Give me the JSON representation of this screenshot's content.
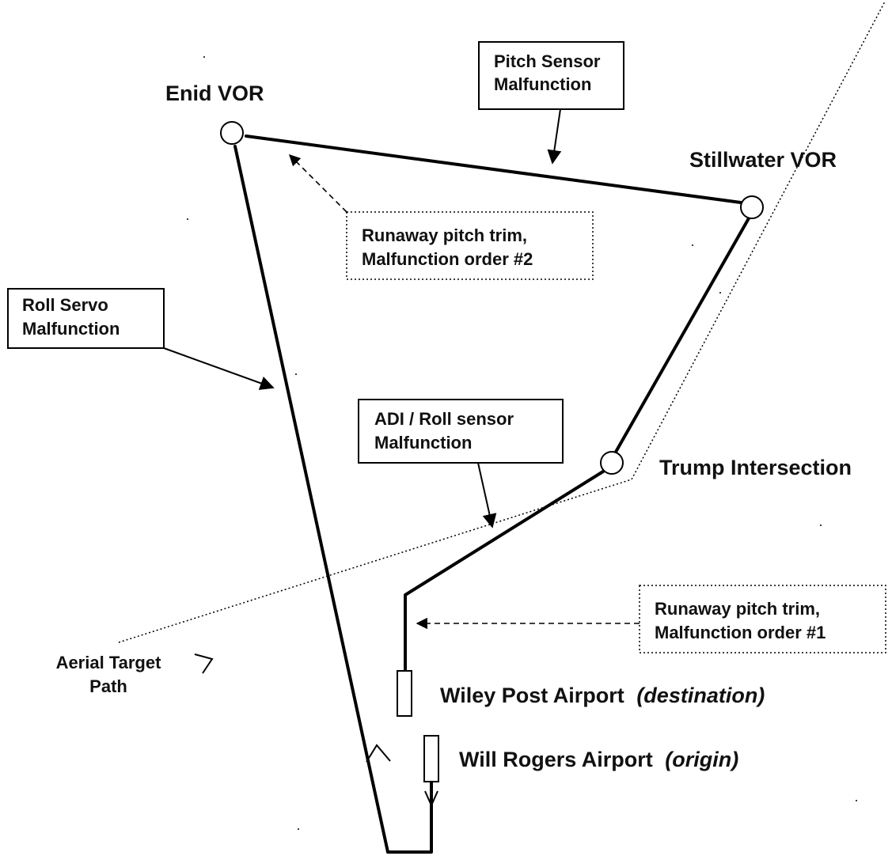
{
  "waypoints": {
    "enid": "Enid VOR",
    "stillwater": "Stillwater VOR",
    "trump": "Trump Intersection"
  },
  "airports": {
    "wiley_post": {
      "name": "Wiley Post Airport",
      "role": "(destination)"
    },
    "will_rogers": {
      "name": "Will Rogers Airport",
      "role": "(origin)"
    }
  },
  "callouts": {
    "pitch_sensor": [
      "Pitch Sensor",
      "Malfunction"
    ],
    "runaway_2": [
      "Runaway pitch trim,",
      "Malfunction order #2"
    ],
    "roll_servo": [
      "Roll Servo",
      "Malfunction"
    ],
    "adi_roll": [
      "ADI / Roll sensor",
      "Malfunction"
    ],
    "runaway_1": [
      "Runaway pitch trim,",
      "Malfunction order #1"
    ]
  },
  "aerial_target": [
    "Aerial Target",
    "Path"
  ]
}
